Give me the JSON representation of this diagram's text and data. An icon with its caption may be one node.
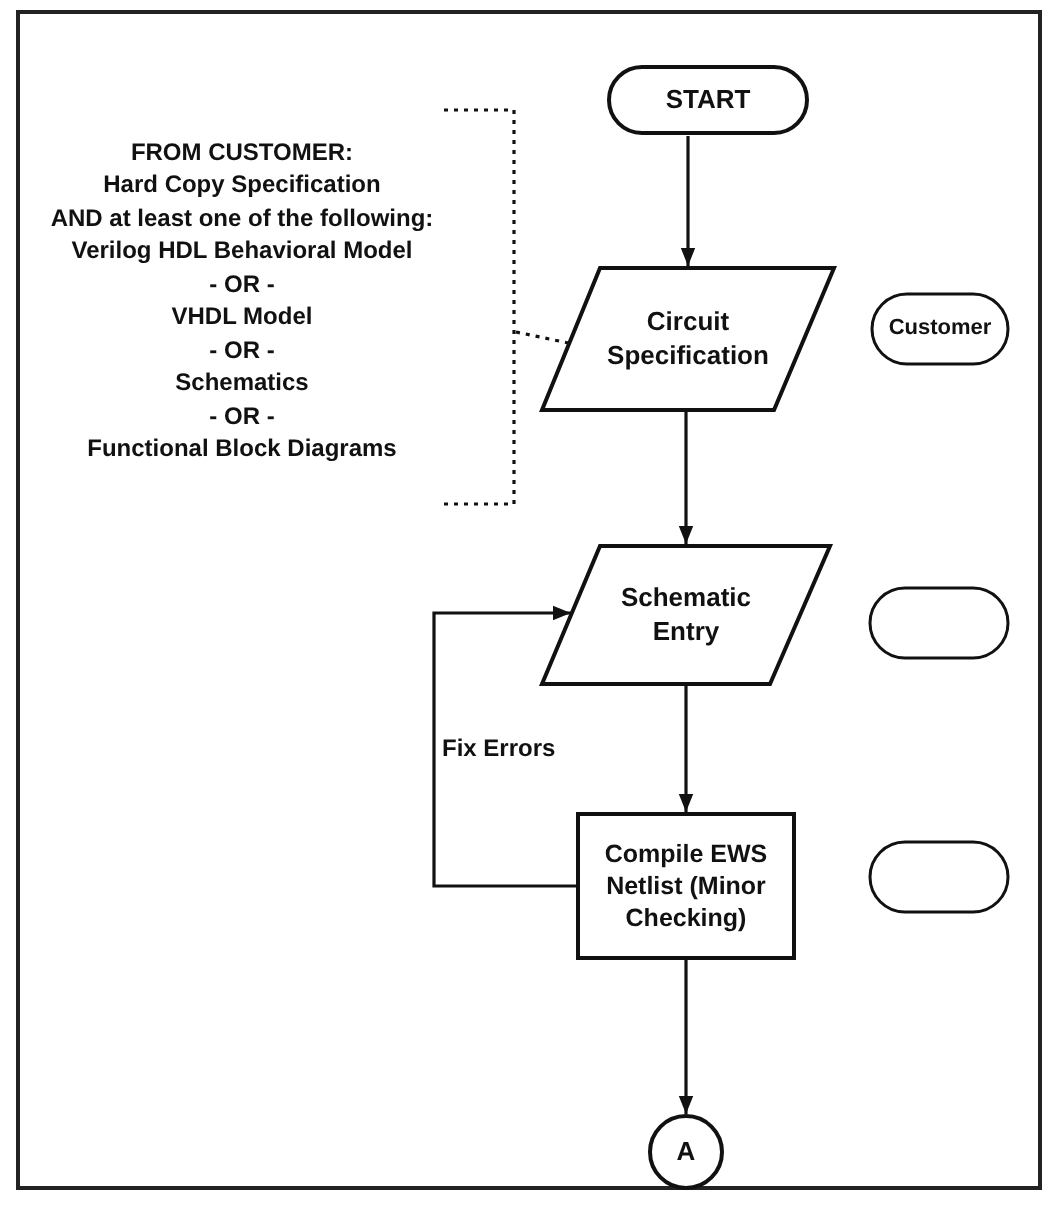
{
  "diagram": {
    "nodes": [
      {
        "text": [
          "FROM CUSTOMER:",
          "Hard Copy Specification",
          "AND at least one of the following:",
          "Verilog HDL Behavioral Model",
          "- OR -",
          "VHDL Model",
          "- OR -",
          "Schematics",
          "- OR -",
          "Functional Block Diagrams"
        ]
      },
      {
        "text": [
          "START"
        ]
      },
      {
        "text": [
          "Circuit Specification"
        ]
      },
      {
        "text": [
          "Customer"
        ]
      },
      {
        "text": [
          "Schematic Entry"
        ]
      },
      {
        "text": [],
        "shape": "box"
      },
      {
        "text": [
          "Compile EWS Netlist (Minor Checking)"
        ]
      },
      {
        "text": [],
        "shape": "box"
      },
      {
        "text": [
          "A"
        ]
      }
    ],
    "edges": [
      {
        "from": 1,
        "to": 2,
        "arrow": "to"
      },
      {
        "from": 0,
        "to": 2,
        "arrow": "none",
        "style": "dashed"
      },
      {
        "from": 2,
        "to": 4,
        "arrow": "to"
      },
      {
        "from": 4,
        "to": 6,
        "arrow": "to"
      },
      {
        "from": 6,
        "to": 4,
        "arrow": "to",
        "label": "Fix Errors"
      },
      {
        "from": 6,
        "to": 8,
        "arrow": "to"
      }
    ]
  }
}
